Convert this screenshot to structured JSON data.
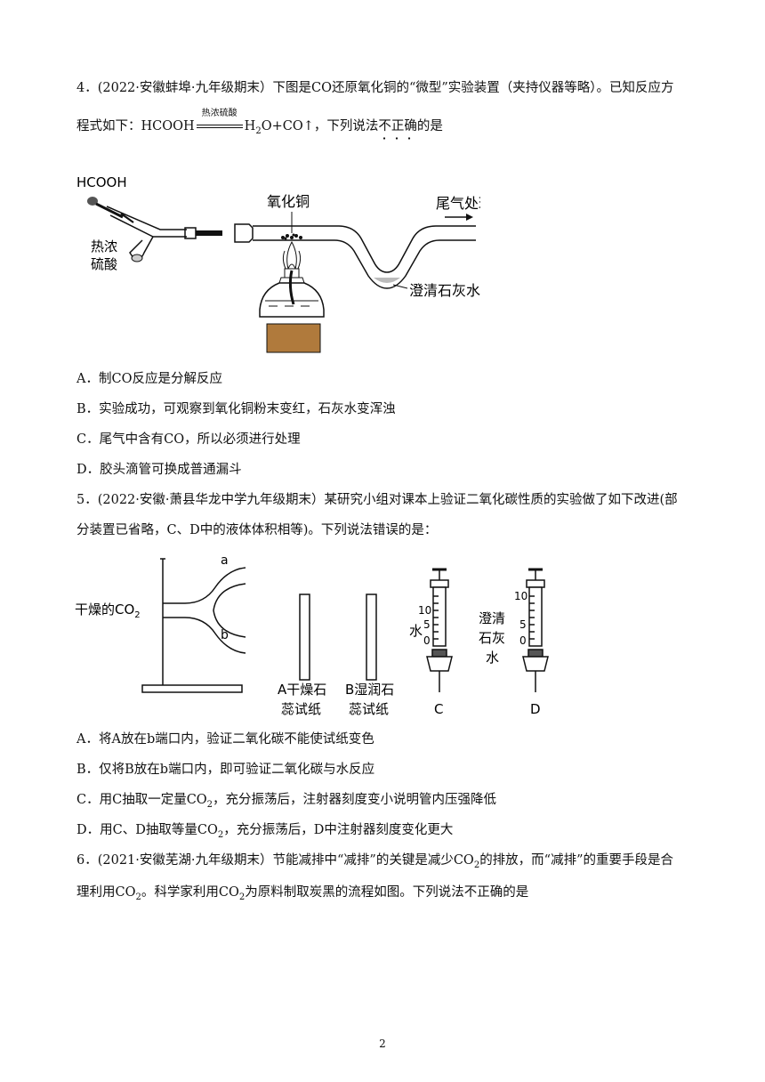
{
  "q4": {
    "line1": "4．(2022·安徽蚌埠·九年级期末）下图是CO还原氧化铜的“微型”实验装置（夹持仪器等略）。已知反应方",
    "line2_pre": "程式如下：HCOOH",
    "condition": "热浓硫酸",
    "line2_post_a": "H",
    "line2_post_sub": "2",
    "line2_post_b": "O+CO↑，下列说法",
    "emph": "不正确",
    "line2_end": "的是",
    "figure_labels": {
      "hcooh": "HCOOH",
      "acid1": "热浓",
      "acid2": "硫酸",
      "cuo": "氧化铜",
      "tail": "尾气处理",
      "lime": "澄清石灰水"
    },
    "options": {
      "A": "A．制CO反应是分解反应",
      "B": "B．实验成功，可观察到氧化铜粉末变红，石灰水变浑浊",
      "C": "C．尾气中含有CO，所以必须进行处理",
      "D": "D．胶头滴管可换成普通漏斗"
    }
  },
  "q5": {
    "line1": "5．(2022·安徽·萧县华龙中学九年级期末）某研究小组对课本上验证二氧化碳性质的实验做了如下改进(部",
    "line2": "分装置已省略，C、D中的液体体积相等)。下列说法错误的是：",
    "figure_labels": {
      "a": "a",
      "b": "b",
      "dry_co2": "干燥的CO",
      "dry_co2_sub": "2",
      "A1": "A干燥石",
      "A2": "蕊试纸",
      "B1": "B湿润石",
      "B2": "蕊试纸",
      "C": "C",
      "D": "D",
      "water": "水",
      "lime1": "澄清",
      "lime2": "石灰",
      "lime3": "水",
      "t10": "10",
      "t5": "5",
      "t0": "0"
    },
    "options": {
      "A": "A．将A放在b端口内，验证二氧化碳不能使试纸变色",
      "B": "B．仅将B放在b端口内，即可验证二氧化碳与水反应",
      "C_pre": "C．用C抽取一定量CO",
      "C_post": "，充分振荡后，注射器刻度变小说明管内压强降低",
      "D_pre": "D．用C、D抽取等量CO",
      "D_post": "，充分振荡后，D中注射器刻度变化更大"
    }
  },
  "q6": {
    "line1_a": "6．(2021·安徽芜湖·九年级期末）节能减排中“减排”的关键是减少CO",
    "line1_b": "的排放，而“减排”的重要手段是合",
    "line2_a": "理利用CO",
    "line2_b": "。科学家利用CO",
    "line2_c": "为原料制取炭黑的流程如图。下列说法不正确的是"
  },
  "page_number": "2"
}
